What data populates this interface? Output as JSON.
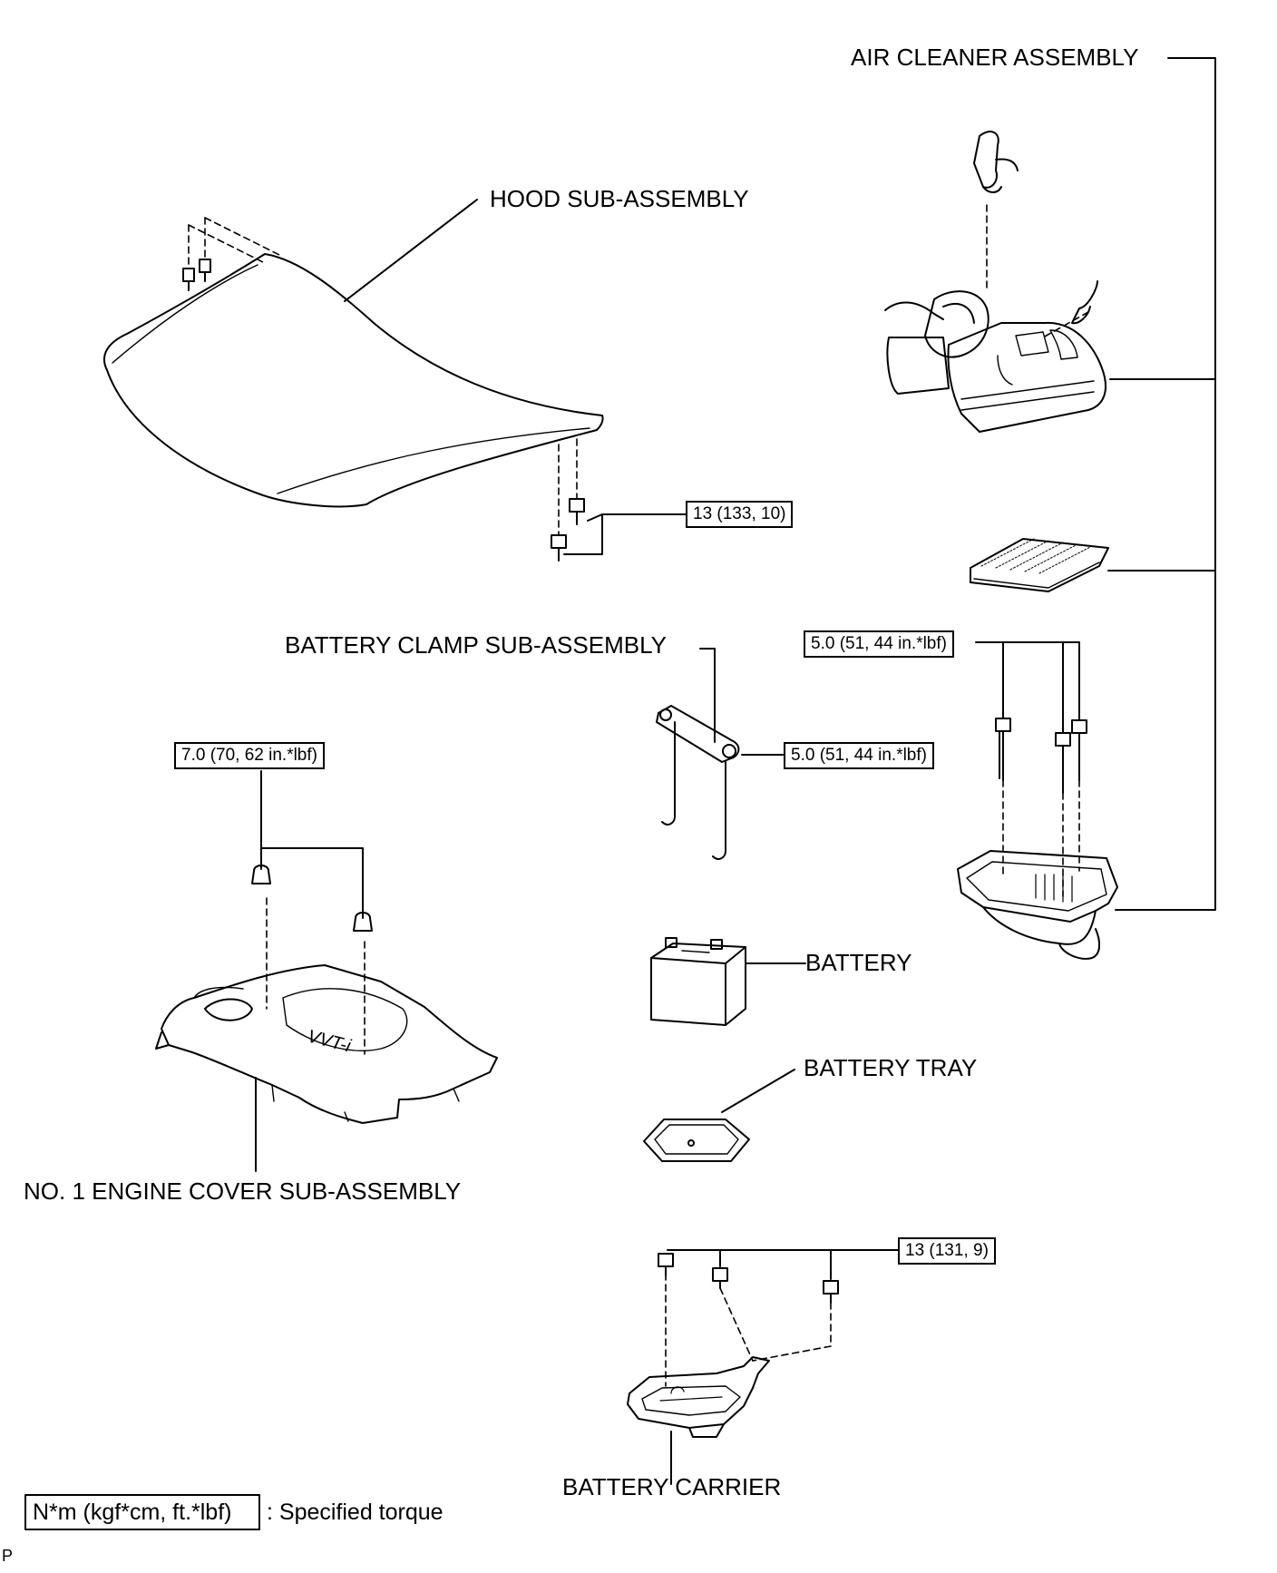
{
  "labels": {
    "air_cleaner": "AIR CLEANER ASSEMBLY",
    "hood": "HOOD SUB-ASSEMBLY",
    "battery_clamp": "BATTERY CLAMP SUB-ASSEMBLY",
    "battery": "BATTERY",
    "battery_tray": "BATTERY TRAY",
    "engine_cover": "NO. 1 ENGINE COVER SUB-ASSEMBLY",
    "battery_carrier": "BATTERY CARRIER"
  },
  "torques": {
    "hood_bolts": "13 (133, 10)",
    "air_cleaner_bolts": "5.0 (51, 44 in.*lbf)",
    "clamp_nut": "5.0 (51, 44 in.*lbf)",
    "engine_cover_nuts": "7.0 (70, 62 in.*lbf)",
    "carrier_bolts": "13 (131, 9)"
  },
  "legend": {
    "unit_box": "N*m (kgf*cm, ft.*lbf)",
    "description": ": Specified torque"
  },
  "footer_code": "P"
}
